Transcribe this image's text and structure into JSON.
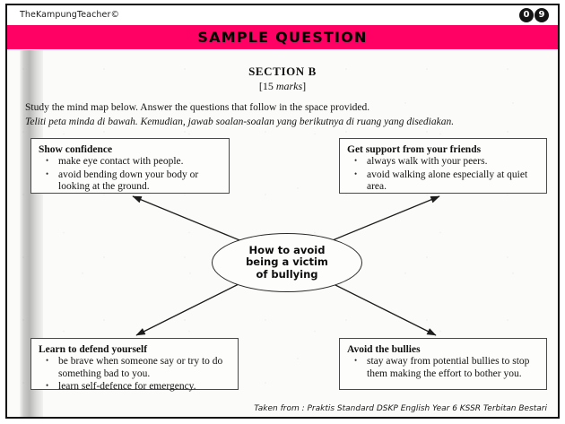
{
  "header": {
    "brand": "TheKampungTeacher©",
    "badges": [
      "0",
      "9"
    ],
    "banner_title": "SAMPLE QUESTION",
    "banner_color": "#ff0064"
  },
  "paper": {
    "section_title": "SECTION B",
    "marks_prefix": "[15 ",
    "marks_word": "marks",
    "marks_suffix": "]",
    "instruction_en": "Study the mind map below. Answer the questions that follow in the space provided.",
    "instruction_my": "Teliti peta minda di bawah. Kemudian, jawab soalan-soalan yang berikutnya di ruang yang disediakan.",
    "footer_note": "Taken from : Praktis Standard DSKP English Year 6 KSSR  Terbitan Bestari"
  },
  "mindmap": {
    "center": "How to avoid\nbeing a victim\nof bullying",
    "nodes": [
      {
        "id": "show-confidence",
        "title": "Show confidence",
        "items": [
          "make eye contact with people.",
          "avoid bending down your body or looking at the ground."
        ]
      },
      {
        "id": "get-support",
        "title": "Get support from your friends",
        "items": [
          "always walk with your peers.",
          "avoid walking alone especially at quiet area."
        ]
      },
      {
        "id": "learn-to-defend",
        "title": "Learn to defend yourself",
        "items": [
          "be brave when someone say or try to do something bad to you.",
          "learn self-defence for emergency."
        ]
      },
      {
        "id": "avoid-bullies",
        "title": "Avoid the bullies",
        "items": [
          "stay away from potential bullies to stop them making the effort to bother you."
        ]
      }
    ]
  }
}
